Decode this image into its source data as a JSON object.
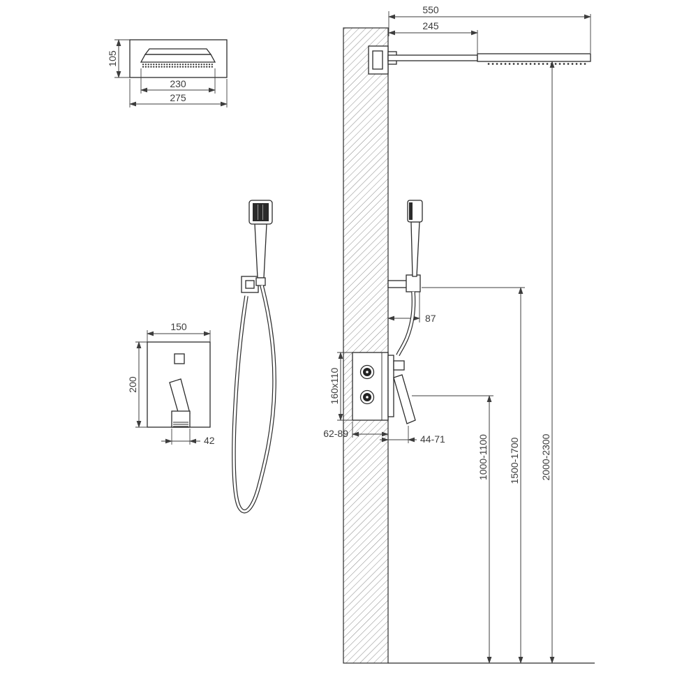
{
  "page": {
    "background": "#ffffff",
    "line_color": "#2b2b2b"
  },
  "labels": {
    "head_front_height": "105",
    "head_front_inner_width": "230",
    "head_front_outer_width": "275",
    "head_side_reach": "550",
    "head_side_inset": "245",
    "mixer_width": "150",
    "mixer_height": "200",
    "mixer_spout_width": "42",
    "handshower_offset": "87",
    "valve_box_size": "160x110",
    "valve_recess_depth": "62-89",
    "trim_projection": "44-71",
    "mixer_height_range": "1000-1100",
    "handshower_height_range": "1500-1700",
    "head_height_range": "2000-2300"
  }
}
